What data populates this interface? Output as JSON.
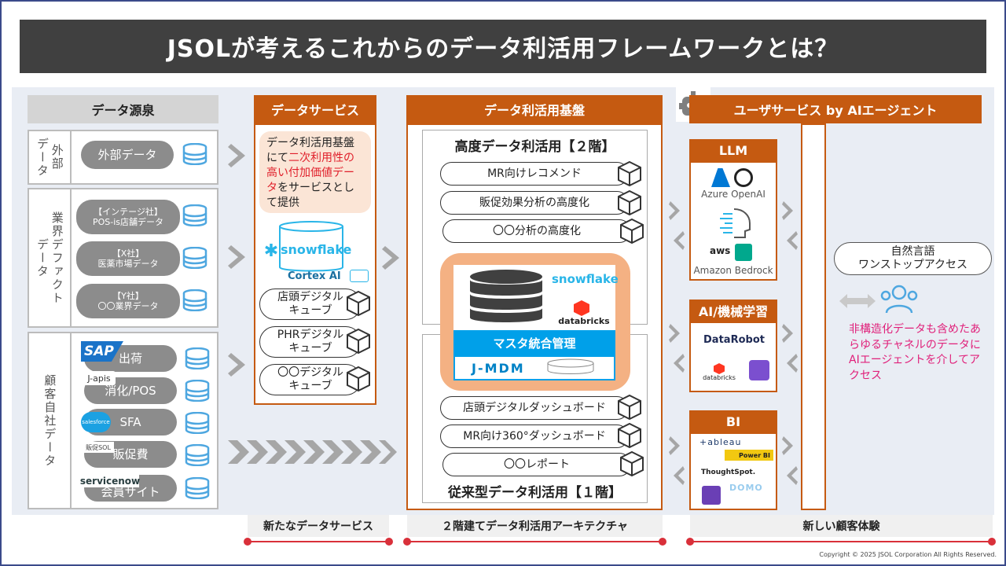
{
  "title": "JSOLが考えるこれからのデータ利活用フレームワークとは？",
  "sources": {
    "header": "データ源泉",
    "external": {
      "label1": "外部",
      "label2": "データ",
      "item": "外部データ"
    },
    "industry": {
      "label1": "業界デファクト",
      "label2": "データ",
      "items": [
        {
          "line1": "【インテージ社】",
          "line2": "POS-is店舗データ"
        },
        {
          "line1": "【X社】",
          "line2": "医薬市場データ"
        },
        {
          "line1": "【Y社】",
          "line2": "〇〇業界データ"
        }
      ]
    },
    "customer": {
      "label": "顧客自社データ",
      "items": [
        {
          "logo": "SAP",
          "label": "出荷"
        },
        {
          "logo": "J-apis",
          "label": "消化/POS"
        },
        {
          "logo": "salesforce",
          "label": "SFA"
        },
        {
          "logo": "販促SOL",
          "label": "販促費"
        },
        {
          "logo": "servicenow",
          "label": "会員サイト"
        }
      ]
    }
  },
  "data_service": {
    "header": "データサービス",
    "note_plain1": "データ利活用基盤にて",
    "note_red": "二次利用性の高い付加価値データ",
    "note_plain2": "をサービスとして提供",
    "snowflake": "snowflake",
    "cortex": "Cortex AI",
    "cubes": [
      {
        "line1": "店頭デジタル",
        "line2": "キューブ"
      },
      {
        "line1": "PHRデジタル",
        "line2": "キューブ"
      },
      {
        "line1": "〇〇デジタル",
        "line2": "キューブ"
      }
    ]
  },
  "platform": {
    "header": "データ利活用基盤",
    "upper_title": "高度データ利活用【２階】",
    "upper_items": [
      "MR向けレコメンド",
      "販促効果分析の高度化",
      "〇〇分析の高度化"
    ],
    "snowflake": "snowflake",
    "databricks": "databricks",
    "master": "マスタ統合管理",
    "jmdm": "J-MDM",
    "lower_items": [
      "店頭デジタルダッシュボード",
      "MR向け360°ダッシュボード",
      "〇〇レポート"
    ],
    "lower_title": "従来型データ利活用【１階】"
  },
  "user_service": {
    "header": "ユーザサービス by AIエージェント",
    "llm": {
      "header": "LLM",
      "azure": "Azure OpenAI",
      "aws": "aws",
      "bedrock": "Amazon Bedrock"
    },
    "ml": {
      "header": "AI/機械学習",
      "datarobot": "DataRobot",
      "databricks": "databricks"
    },
    "bi": {
      "header": "BI",
      "tableau": "+ableau",
      "powerbi": "Power BI",
      "thoughtspot": "ThoughtSpot.",
      "domo": "DOMO"
    },
    "natural": {
      "line1": "自然言語",
      "line2": "ワンストップアクセス"
    },
    "desc": "非構造化データも含めたあらゆるチャネルのデータにAIエージェントを介してアクセス"
  },
  "bottom": {
    "left": "新たなデータサービス",
    "mid": "２階建てデータ利活用アーキテクチャ",
    "right": "新しい顧客体験"
  },
  "copyright": "Copyright © 2025 JSOL Corporation All Rights Reserved.",
  "colors": {
    "orange": "#c55a11",
    "dark": "#404040",
    "red": "#e0202b",
    "peach": "#fbe5d6"
  }
}
